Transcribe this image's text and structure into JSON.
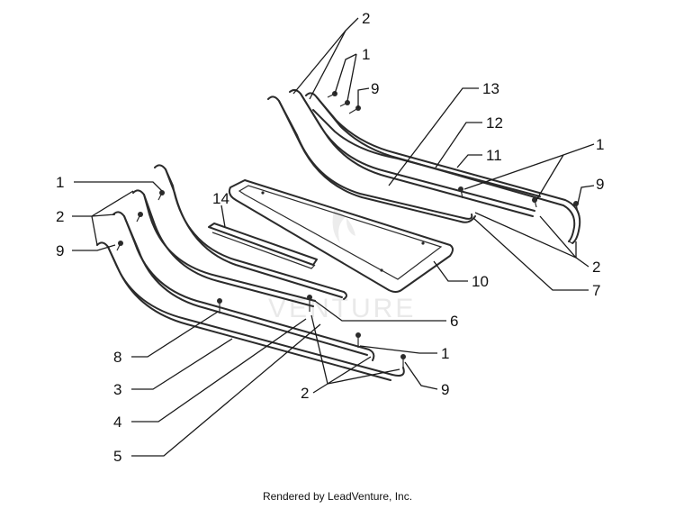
{
  "footer": "Rendered by LeadVenture, Inc.",
  "watermark": "VENTURE",
  "callouts": {
    "c1_top": "1",
    "c2_top": "2",
    "c9_top": "9",
    "c13": "13",
    "c12": "12",
    "c11": "11",
    "c1_right": "1",
    "c9_right": "9",
    "c2_right": "2",
    "c7": "7",
    "c1_left": "1",
    "c2_left": "2",
    "c9_left": "9",
    "c14": "14",
    "c10": "10",
    "c6": "6",
    "c8": "8",
    "c3": "3",
    "c4": "4",
    "c5": "5",
    "c1_bottom": "1",
    "c2_bottom": "2",
    "c9_bottom": "9"
  }
}
